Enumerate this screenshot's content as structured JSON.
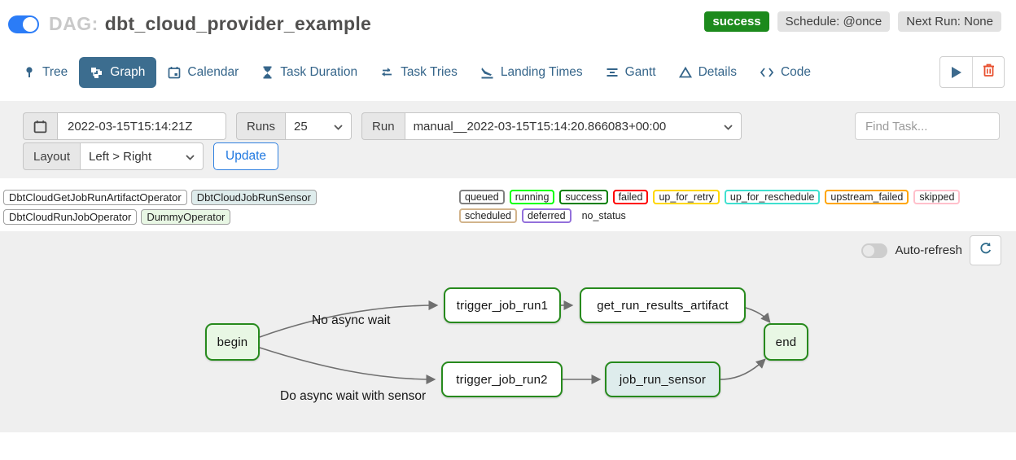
{
  "header": {
    "dag_prefix": "DAG:",
    "dag_title": "dbt_cloud_provider_example",
    "status_badge": "success",
    "schedule_badge": "Schedule: @once",
    "next_run_badge": "Next Run: None"
  },
  "tabs": [
    {
      "label": "Tree",
      "icon": "tree-pin-icon",
      "active": false
    },
    {
      "label": "Graph",
      "icon": "graph-icon",
      "active": true
    },
    {
      "label": "Calendar",
      "icon": "calendar-icon",
      "active": false
    },
    {
      "label": "Task Duration",
      "icon": "hourglass-icon",
      "active": false
    },
    {
      "label": "Task Tries",
      "icon": "repeat-icon",
      "active": false
    },
    {
      "label": "Landing Times",
      "icon": "landing-plane-icon",
      "active": false
    },
    {
      "label": "Gantt",
      "icon": "gantt-icon",
      "active": false
    },
    {
      "label": "Details",
      "icon": "details-triangle-icon",
      "active": false
    },
    {
      "label": "Code",
      "icon": "code-icon",
      "active": false
    }
  ],
  "filters": {
    "base_date_value": "2022-03-15T15:14:21Z",
    "runs_label": "Runs",
    "runs_value": "25",
    "run_label": "Run",
    "run_value": "manual__2022-03-15T15:14:20.866083+00:00",
    "find_task_placeholder": "Find Task...",
    "layout_label": "Layout",
    "layout_value": "Left > Right",
    "update_label": "Update"
  },
  "legend": {
    "operators": [
      {
        "label": "DbtCloudGetJobRunArtifactOperator",
        "fill": "#ffffff"
      },
      {
        "label": "DbtCloudJobRunSensor",
        "fill": "#deecec"
      },
      {
        "label": "DbtCloudRunJobOperator",
        "fill": "#ffffff"
      },
      {
        "label": "DummyOperator",
        "fill": "#e8f7e4"
      }
    ],
    "statuses": [
      {
        "label": "queued",
        "border": "#808080"
      },
      {
        "label": "running",
        "border": "#00ff00"
      },
      {
        "label": "success",
        "border": "#008000"
      },
      {
        "label": "failed",
        "border": "#ff0000"
      },
      {
        "label": "up_for_retry",
        "border": "#ffd700"
      },
      {
        "label": "up_for_reschedule",
        "border": "#40e0d0"
      },
      {
        "label": "upstream_failed",
        "border": "#ffa500"
      },
      {
        "label": "skipped",
        "border": "#ffc0cb"
      },
      {
        "label": "scheduled",
        "border": "#d2b48c"
      },
      {
        "label": "deferred",
        "border": "#9370db"
      },
      {
        "label": "no_status",
        "border": "transparent"
      }
    ]
  },
  "graph": {
    "auto_refresh_label": "Auto-refresh",
    "node_border_color": "#278a1d",
    "edge_color": "#707070",
    "nodes": [
      {
        "id": "begin",
        "label": "begin",
        "fill": "#e8f7e4"
      },
      {
        "id": "trigger_job_run1",
        "label": "trigger_job_run1",
        "fill": "#ffffff"
      },
      {
        "id": "get_run_results_artifact",
        "label": "get_run_results_artifact",
        "fill": "#ffffff"
      },
      {
        "id": "trigger_job_run2",
        "label": "trigger_job_run2",
        "fill": "#ffffff"
      },
      {
        "id": "job_run_sensor",
        "label": "job_run_sensor",
        "fill": "#deecec"
      },
      {
        "id": "end",
        "label": "end",
        "fill": "#e8f7e4"
      }
    ],
    "edge_labels": [
      {
        "text": "No async wait"
      },
      {
        "text": "Do async wait with sensor"
      }
    ]
  },
  "colors": {
    "accent_blue": "#2b7cf7",
    "active_tab": "#3c6d8f",
    "success_green": "#1c8a1c",
    "panel_gray": "#f0f0f0",
    "danger_red": "#e8502f"
  }
}
